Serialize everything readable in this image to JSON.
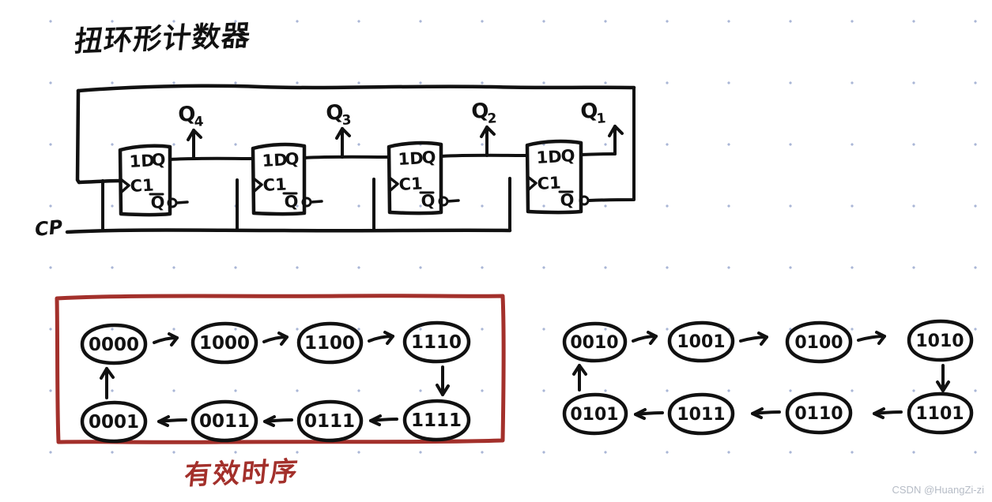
{
  "page": {
    "title": "扭环形计数器",
    "watermark": "CSDN @HuangZi-zi",
    "background": "#ffffff",
    "grid_dot_color": "#aab6d6",
    "ink_color": "#111111",
    "highlight_color": "#a3302b"
  },
  "circuit": {
    "name": "twisted-ring-counter-circuit",
    "clock_label": "CP",
    "flipflops": [
      {
        "id": "ff4",
        "input_label": "1D",
        "clock_label": "C1",
        "q_label": "Q",
        "qbar_label": "Q",
        "output_name": "Q4"
      },
      {
        "id": "ff3",
        "input_label": "1D",
        "clock_label": "C1",
        "q_label": "Q",
        "qbar_label": "Q",
        "output_name": "Q3"
      },
      {
        "id": "ff2",
        "input_label": "1D",
        "clock_label": "C1",
        "q_label": "Q",
        "qbar_label": "Q",
        "output_name": "Q2"
      },
      {
        "id": "ff1",
        "input_label": "1D",
        "clock_label": "C1",
        "q_label": "Q",
        "qbar_label": "Q",
        "output_name": "Q1"
      }
    ],
    "output_labels": [
      "Q4",
      "Q3",
      "Q2",
      "Q1"
    ],
    "output_subscripts": [
      "4",
      "3",
      "2",
      "1"
    ],
    "output_base": "Q"
  },
  "valid_sequence": {
    "name": "valid-state-sequence",
    "caption": "有效时序",
    "boxed": true,
    "box_color": "#a3302b",
    "top_row": [
      "0000",
      "1000",
      "1100",
      "1110"
    ],
    "bottom_row": [
      "1111",
      "0111",
      "0011",
      "0001"
    ],
    "cycle": [
      "0000",
      "1000",
      "1100",
      "1110",
      "1111",
      "0111",
      "0011",
      "0001"
    ]
  },
  "invalid_sequence": {
    "name": "invalid-state-sequence",
    "caption": "",
    "boxed": false,
    "top_row": [
      "0010",
      "1001",
      "0100",
      "1010"
    ],
    "bottom_row": [
      "1101",
      "0110",
      "1011",
      "0101"
    ],
    "cycle": [
      "0010",
      "1001",
      "0100",
      "1010",
      "1101",
      "0110",
      "1011",
      "0101"
    ]
  }
}
